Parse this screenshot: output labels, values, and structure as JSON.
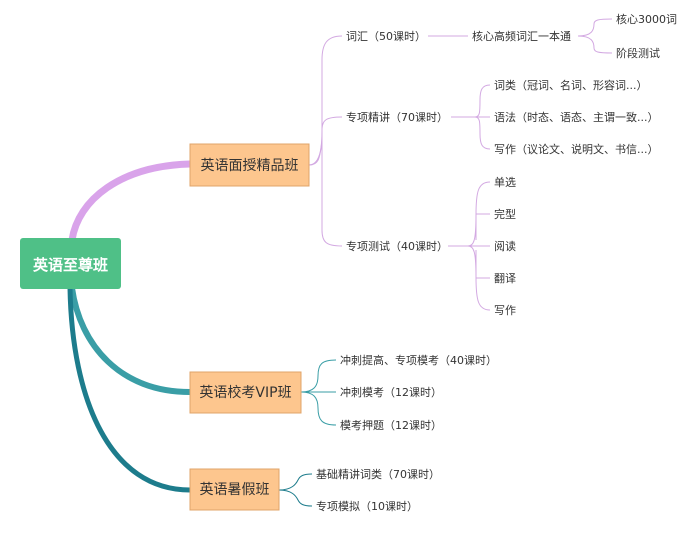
{
  "colors": {
    "root_fill": "#4fc087",
    "box_fill": "#fdc68e",
    "branch_purple": "#d9a3ea",
    "branch_teal_mid": "#3a9ea6",
    "branch_teal_dark": "#1d7c8c",
    "thin_purple": "#d3a9e2",
    "thin_teal": "#3a9ea6"
  },
  "root": {
    "label": "英语至尊班"
  },
  "branches": [
    {
      "label": "英语面授精品班",
      "children": [
        {
          "label": "词汇（50课时）",
          "children": [
            {
              "label": "核心高频词汇一本通",
              "children": [
                {
                  "label": "核心3000词"
                },
                {
                  "label": "阶段测试"
                }
              ]
            }
          ]
        },
        {
          "label": "专项精讲（70课时）",
          "children": [
            {
              "label": "词类（冠词、名词、形容词...）"
            },
            {
              "label": "语法（时态、语态、主谓一致...）"
            },
            {
              "label": "写作（议论文、说明文、书信...）"
            }
          ]
        },
        {
          "label": "专项测试（40课时）",
          "children": [
            {
              "label": "单选"
            },
            {
              "label": "完型"
            },
            {
              "label": "阅读"
            },
            {
              "label": "翻译"
            },
            {
              "label": "写作"
            }
          ]
        }
      ]
    },
    {
      "label": "英语校考VIP班",
      "children": [
        {
          "label": "冲刺提高、专项模考（40课时）"
        },
        {
          "label": "冲刺模考（12课时）"
        },
        {
          "label": "模考押题（12课时）"
        }
      ]
    },
    {
      "label": "英语暑假班",
      "children": [
        {
          "label": "基础精讲词类（70课时）"
        },
        {
          "label": "专项模拟（10课时）"
        }
      ]
    }
  ]
}
